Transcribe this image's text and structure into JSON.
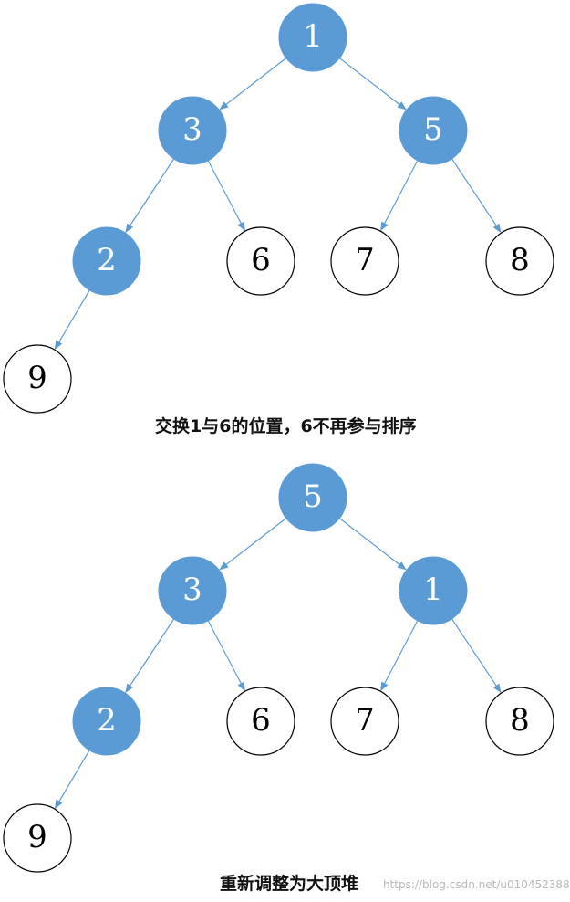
{
  "colors": {
    "highlight_fill": "#5b9bd5",
    "highlight_text": "#ffffff",
    "plain_fill": "#ffffff",
    "plain_stroke": "#000000",
    "plain_text": "#000000",
    "edge": "#5b9bd5"
  },
  "diagrams": [
    {
      "caption": "交换1与6的位置，6不再参与排序",
      "nodes": [
        {
          "id": "a",
          "label": "1",
          "highlighted": true
        },
        {
          "id": "b",
          "label": "3",
          "highlighted": true
        },
        {
          "id": "c",
          "label": "5",
          "highlighted": true
        },
        {
          "id": "d",
          "label": "2",
          "highlighted": true
        },
        {
          "id": "e",
          "label": "6",
          "highlighted": false
        },
        {
          "id": "f",
          "label": "7",
          "highlighted": false
        },
        {
          "id": "g",
          "label": "8",
          "highlighted": false
        },
        {
          "id": "h",
          "label": "9",
          "highlighted": false
        }
      ],
      "edges": [
        [
          "a",
          "b"
        ],
        [
          "a",
          "c"
        ],
        [
          "b",
          "d"
        ],
        [
          "b",
          "e"
        ],
        [
          "c",
          "f"
        ],
        [
          "c",
          "g"
        ],
        [
          "d",
          "h"
        ]
      ]
    },
    {
      "caption": "重新调整为大顶堆",
      "nodes": [
        {
          "id": "a",
          "label": "5",
          "highlighted": true
        },
        {
          "id": "b",
          "label": "3",
          "highlighted": true
        },
        {
          "id": "c",
          "label": "1",
          "highlighted": true
        },
        {
          "id": "d",
          "label": "2",
          "highlighted": true
        },
        {
          "id": "e",
          "label": "6",
          "highlighted": false
        },
        {
          "id": "f",
          "label": "7",
          "highlighted": false
        },
        {
          "id": "g",
          "label": "8",
          "highlighted": false
        },
        {
          "id": "h",
          "label": "9",
          "highlighted": false
        }
      ],
      "edges": [
        [
          "a",
          "b"
        ],
        [
          "a",
          "c"
        ],
        [
          "b",
          "d"
        ],
        [
          "b",
          "e"
        ],
        [
          "c",
          "f"
        ],
        [
          "c",
          "g"
        ],
        [
          "d",
          "h"
        ]
      ]
    }
  ],
  "watermark": "https://blog.csdn.net/u010452388"
}
